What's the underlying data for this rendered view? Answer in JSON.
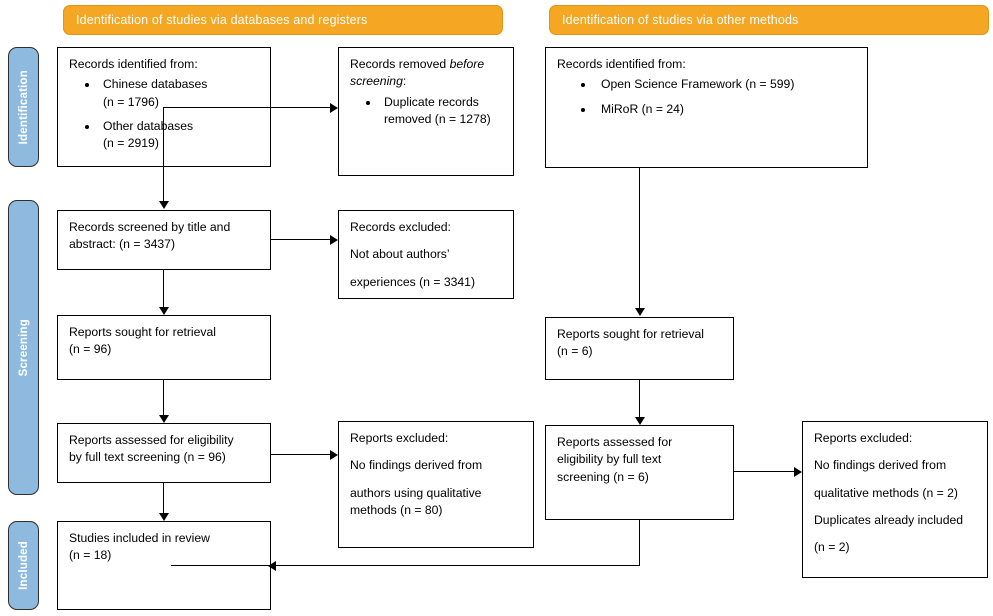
{
  "diagram": {
    "title": "PRISMA flow diagram",
    "colors": {
      "header_orange": "#F5A623",
      "stage_blue": "#8EBAE0",
      "line_black": "#000000",
      "box_white": "#FFFFFF"
    }
  },
  "headers": {
    "databases": "Identification of studies via databases and registers",
    "other_methods": "Identification of studies via other methods"
  },
  "stages": [
    {
      "label": "Identification"
    },
    {
      "label": "Screening"
    },
    {
      "label": "Included"
    }
  ],
  "boxes": {
    "records_identified_db": {
      "heading": "Records identified from:",
      "items": [
        {
          "label": "Chinese databases",
          "count": "(n = 1796)"
        },
        {
          "label": "Other databases",
          "count": "(n = 2919)"
        }
      ]
    },
    "records_removed": {
      "heading_part1": "Records removed ",
      "heading_italic": "before",
      "heading_part2": "screening",
      "heading_colon": ":",
      "items": [
        {
          "line1": "Duplicate records",
          "line2": "removed (n = 1278)"
        }
      ]
    },
    "records_identified_other": {
      "heading": "Records identified from:",
      "items": [
        {
          "label": "Open Science Framework (n = 599)"
        },
        {
          "label": "MiRoR (n = 24)"
        }
      ]
    },
    "records_screened": {
      "line1": "Records screened by title and",
      "line2": "abstract: (n = 3437)"
    },
    "records_excluded": {
      "heading": "Records excluded:",
      "line1": "Not about authors’",
      "line2": "experiences  (n = 3341)"
    },
    "reports_sought_left": {
      "line1": "Reports sought for retrieval",
      "line2": "(n = 96)"
    },
    "reports_sought_right": {
      "line1": "Reports sought for retrieval",
      "line2": "(n = 6)"
    },
    "reports_assessed_left": {
      "line1": "Reports assessed for eligibility",
      "line2": "by full text screening (n = 96)"
    },
    "reports_excluded_left": {
      "heading": "Reports excluded:",
      "line1": "No findings  derived from",
      "line2": "authors using qualitative",
      "line3": "methods (n = 80)"
    },
    "reports_assessed_right": {
      "line1": "Reports assessed for",
      "line2": "eligibility by full text",
      "line3": "screening (n = 6)"
    },
    "reports_excluded_right": {
      "heading": "Reports excluded:",
      "group1_line1": "No findings  derived from",
      "group1_line2": "qualitative methods (n = 2)",
      "group2_line1": "Duplicates already included",
      "group2_line2": "(n = 2)"
    },
    "studies_included": {
      "line1": "Studies included  in review",
      "line2": "(n = 18)"
    }
  }
}
